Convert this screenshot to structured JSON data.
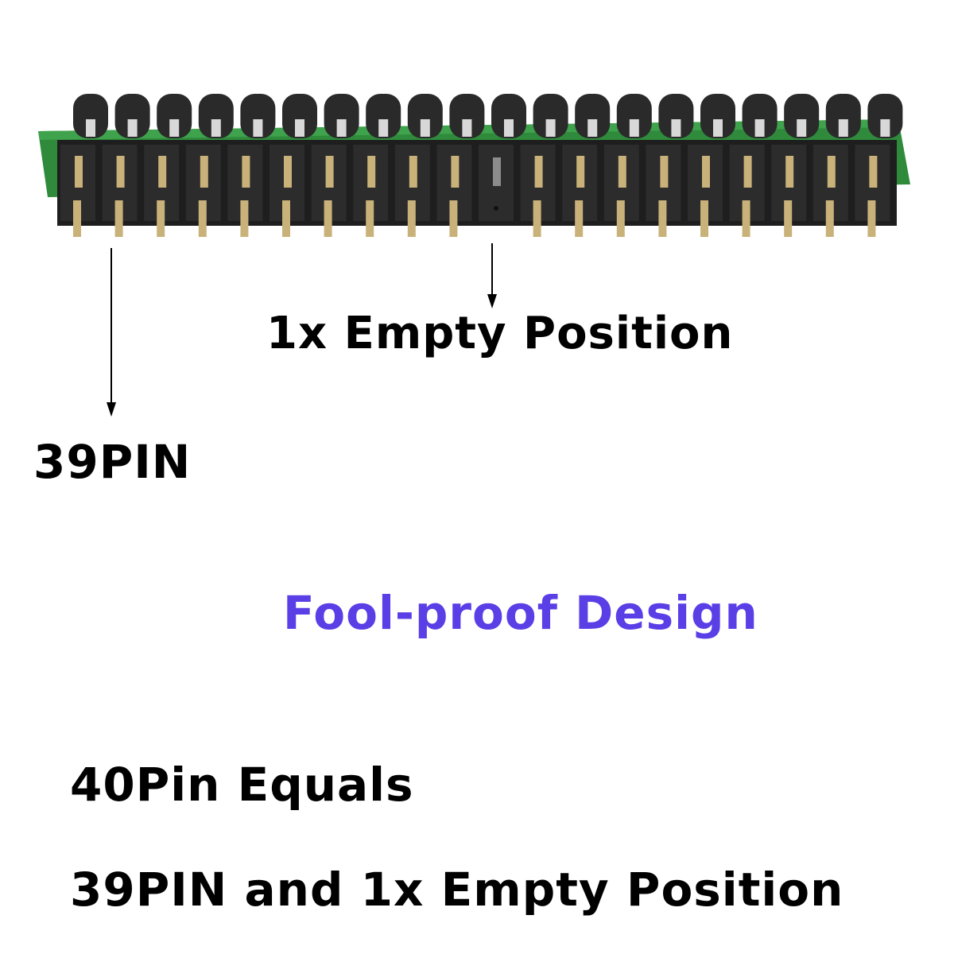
{
  "labels": {
    "empty_position": "1x Empty Position",
    "pin_count": "39PIN",
    "design": "Fool-proof Design",
    "equals_line": "40Pin Equals",
    "summary_line": "39PIN and 1x Empty Position"
  },
  "colors": {
    "design_text": "#5a3ee6",
    "pcb": "#2f8a3c",
    "header_plastic": "#1e1e1e",
    "pin_gold": "#c9b27a"
  },
  "connector": {
    "front_row_pins": 20,
    "back_row_pins": 20,
    "empty_position_index": 10
  }
}
